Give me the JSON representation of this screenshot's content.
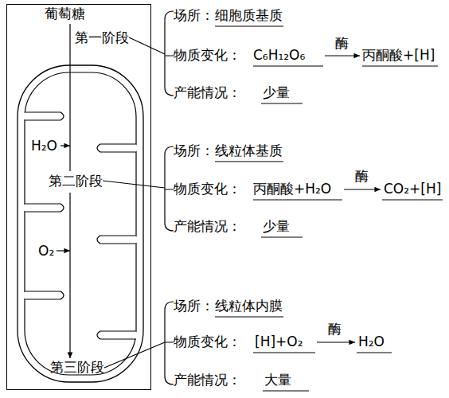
{
  "diagram": {
    "nodes": [
      {
        "text": [
          "葡萄糖",
          "第一阶段"
        ]
      },
      {
        "text": [
          "H₂O",
          "第二阶段",
          "O₂",
          "第三阶段"
        ],
        "in": 0
      }
    ],
    "labels": [
      "场所：",
      "细胞质基质",
      "物质变化：",
      "C₆H₁₂O₆",
      "酶",
      "丙酮酸+[H]",
      "产能情况：",
      "少量",
      "场所：",
      "线粒体基质",
      "物质变化：",
      "丙酮酸+H₂O",
      "酶",
      "CO₂+[H]",
      "产能情况：",
      "少量",
      "场所：",
      "线粒体内膜",
      "物质变化：",
      "[H]+O₂",
      "酶",
      "H₂O",
      "产能情况：",
      "大量"
    ]
  }
}
